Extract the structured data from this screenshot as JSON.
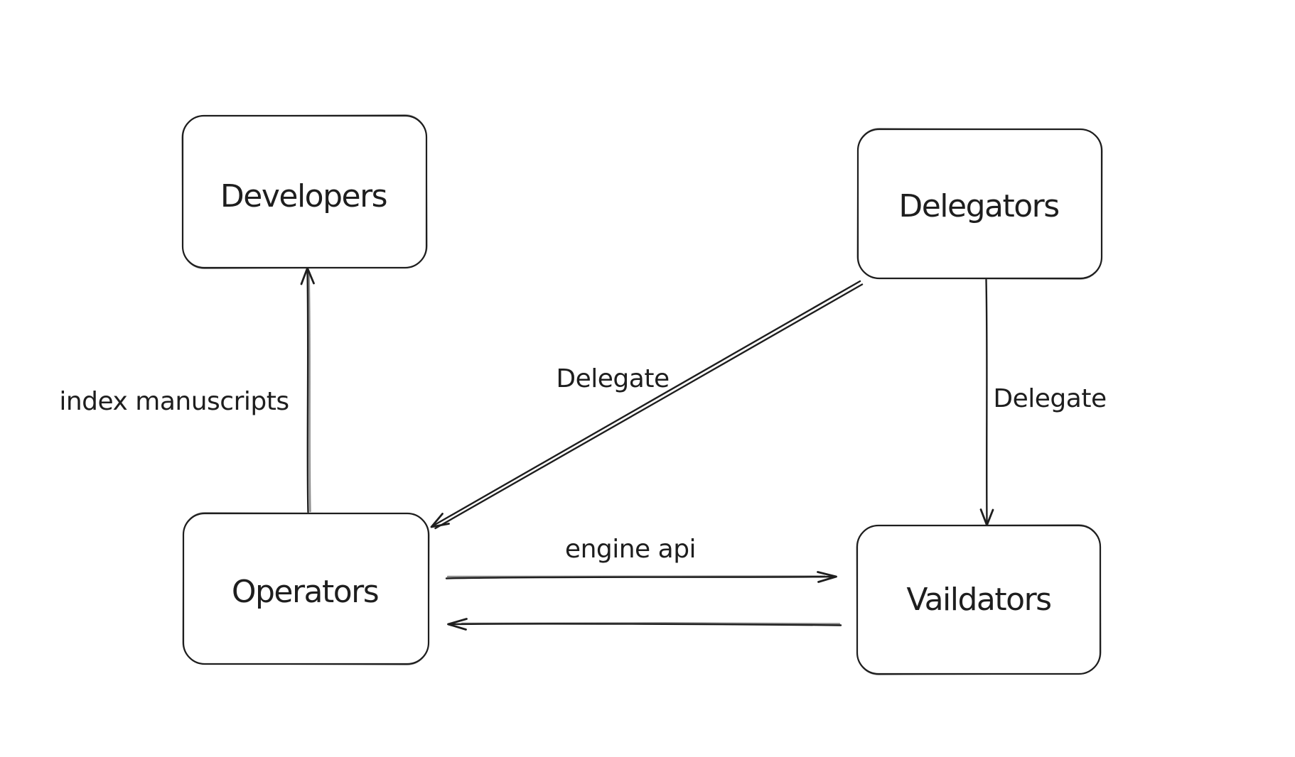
{
  "canvas": {
    "background_color": "#ffffff",
    "stroke_color": "#1e1e1e"
  },
  "nodes": {
    "developers": {
      "label": "Developers"
    },
    "delegators": {
      "label": "Delegators"
    },
    "operators": {
      "label": "Operators"
    },
    "vaildators": {
      "label": "Vaildators"
    }
  },
  "edges": {
    "index_manuscripts": {
      "label": "index manuscripts",
      "from": "operators",
      "to": "developers"
    },
    "delegate_diagonal": {
      "label": "Delegate",
      "from": "delegators",
      "to": "operators"
    },
    "delegate_vertical": {
      "label": "Delegate",
      "from": "delegators",
      "to": "vaildators"
    },
    "engine_api": {
      "label": "engine api",
      "from": "operators",
      "to": "vaildators"
    },
    "engine_api_return": {
      "label": "",
      "from": "vaildators",
      "to": "operators"
    }
  }
}
